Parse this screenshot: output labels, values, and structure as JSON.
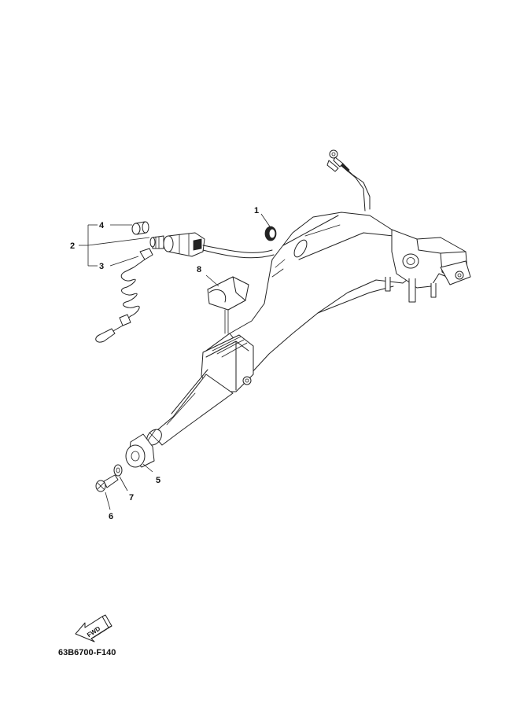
{
  "labels": {
    "p1": "1",
    "p2": "2",
    "p3": "3",
    "p4": "4",
    "p5": "5",
    "p6": "6",
    "p7": "7",
    "p8": "8"
  },
  "fwd_arrow": "FWD",
  "drawing_code": "63B6700-F140"
}
